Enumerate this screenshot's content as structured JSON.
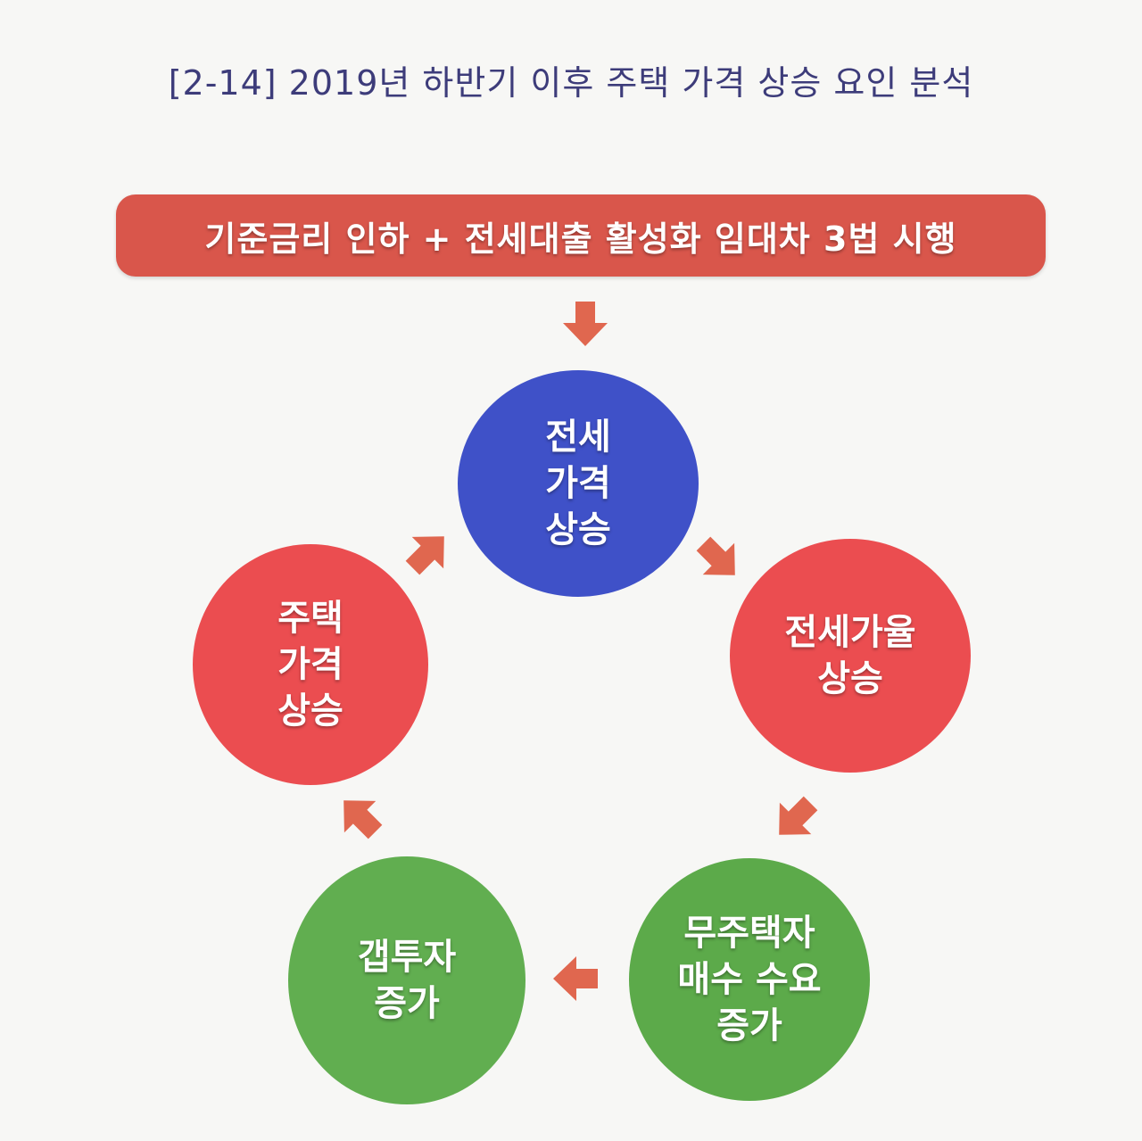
{
  "title": "[2-14] 2019년 하반기 이후 주택 가격 상승 요인 분석",
  "banner": "기준금리 인하 + 전세대출 활성화 임대차 3법 시행",
  "nodes": {
    "top": [
      "전세",
      "가격",
      "상승"
    ],
    "right": [
      "전세가율",
      "상승"
    ],
    "bottom_right": [
      "무주택자",
      "매수 수요",
      "증가"
    ],
    "bottom_left": [
      "갭투자",
      "증가"
    ],
    "left": [
      "주택",
      "가격",
      "상승"
    ]
  },
  "colors": {
    "banner": "#d9564b",
    "blue_node": "#3f51c8",
    "red_node": "#eb4d50",
    "green_node": "#5caa4a",
    "arrow": "#e0674f",
    "title": "#3d3c7a"
  }
}
